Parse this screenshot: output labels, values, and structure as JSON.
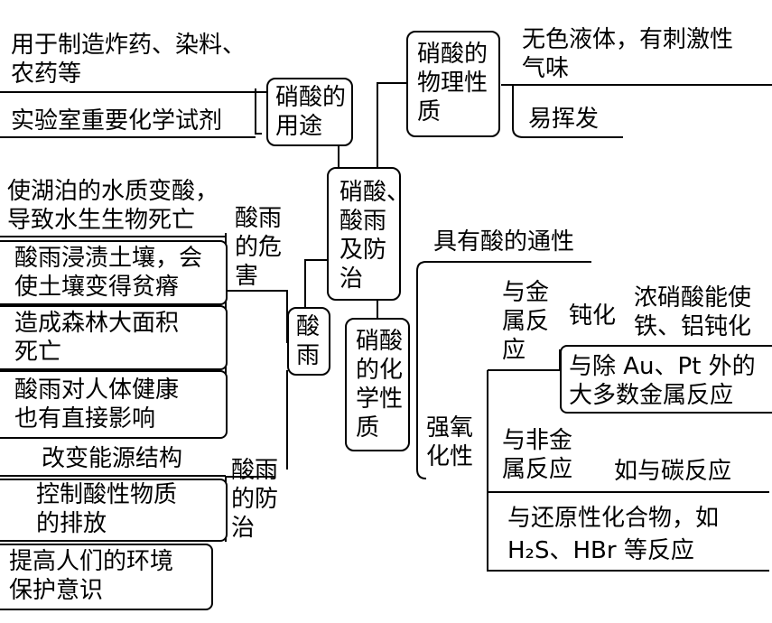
{
  "center": {
    "lines": [
      "硝酸、",
      "酸雨",
      "及防",
      "治"
    ]
  },
  "uses": {
    "title": [
      "硝酸的",
      "用途"
    ],
    "items": [
      [
        "用于制造炸药、染料、",
        "农药等"
      ],
      [
        "实验室重要化学试剂"
      ]
    ]
  },
  "physical": {
    "title": [
      "硝酸的",
      "物理性",
      "质"
    ],
    "items": [
      [
        "无色液体，有刺激性",
        "气味"
      ],
      [
        "易挥发"
      ]
    ]
  },
  "acid_rain": {
    "title": [
      "酸",
      "雨"
    ],
    "harm": {
      "title": [
        "酸雨",
        "的危",
        "害"
      ],
      "items": [
        [
          "使湖泊的水质变酸，",
          "导致水生生物死亡"
        ],
        [
          "酸雨浸渍土壤，会",
          "使土壤变得贫瘠"
        ],
        [
          "造成森林大面积",
          "死亡"
        ],
        [
          "酸雨对人体健康",
          "也有直接影响"
        ]
      ]
    },
    "prevention": {
      "title": [
        "酸雨",
        "的防",
        "治"
      ],
      "items": [
        [
          "改变能源结构"
        ],
        [
          "控制酸性物质",
          "的排放"
        ],
        [
          "提高人们的环境",
          "保护意识"
        ]
      ]
    }
  },
  "chemical": {
    "title": [
      "硝酸",
      "的化",
      "学性",
      "质"
    ],
    "acidity": "具有酸的通性",
    "oxidizing": {
      "title": [
        "强氧",
        "化性"
      ],
      "metal": {
        "title": [
          "与金",
          "属反",
          "应"
        ],
        "passivation": "钝化",
        "passivation_detail": [
          "浓硝酸能使",
          "铁、铝钝化"
        ],
        "others": [
          "与除 Au、Pt 外的",
          "大多数金属反应"
        ]
      },
      "nonmetal": {
        "title": [
          "与非金",
          "属反应"
        ],
        "example": "如与碳反应"
      },
      "reducing": [
        "与还原性化合物，如",
        "H₂S、HBr 等反应"
      ]
    }
  }
}
